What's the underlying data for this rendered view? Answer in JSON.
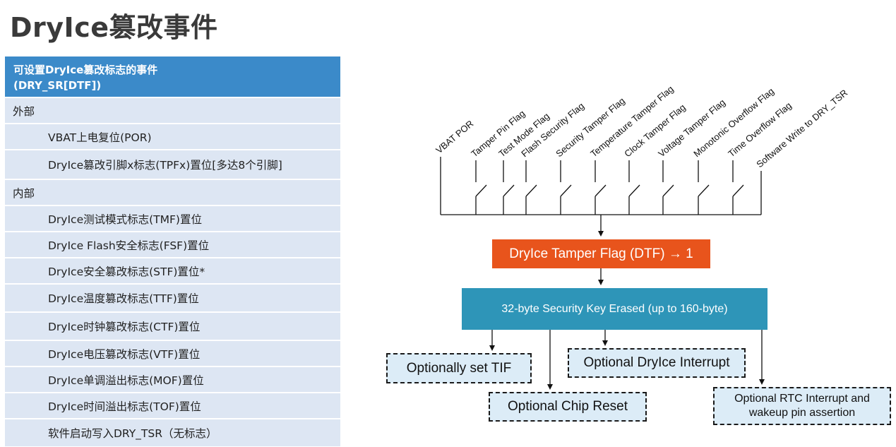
{
  "title": "DryIce篡改事件",
  "table": {
    "header": "可设置DryIce篡改标志的事件\n(DRY_SR[DTF])",
    "header_line1": "可设置DryIce篡改标志的事件",
    "header_line2": "(DRY_SR[DTF])",
    "sections": [
      {
        "label": "外部",
        "items": [
          "VBAT上电复位(POR)",
          "DryIce篡改引脚x标志(TPFx)置位[多达8个引脚]"
        ]
      },
      {
        "label": "内部",
        "items": [
          "DryIce测试模式标志(TMF)置位",
          "DryIce Flash安全标志(FSF)置位",
          "DryIce安全篡改标志(STF)置位*",
          "DryIce温度篡改标志(TTF)置位",
          "DryIce时钟篡改标志(CTF)置位",
          "DryIce电压篡改标志(VTF)置位",
          "DryIce单调溢出标志(MOF)置位",
          "DryIce时间溢出标志(TOF)置位",
          "软件启动写入DRY_TSR（无标志）"
        ]
      }
    ]
  },
  "diagram": {
    "flags": [
      "VBAT POR",
      "Tamper Pin Flag",
      "Test Mode Flag",
      "Flash Security Flag",
      "Security Tamper Flag",
      "Temperature Tamper Flag",
      "Clock Tamper Flag",
      "Voltage Tamper Flag",
      "Monotonic Overflow Flag",
      "Time Overflow Flag",
      "Software Write to DRY_TSR"
    ],
    "dtf_box": "DryIce Tamper Flag (DTF) → 1",
    "key_box": "32-byte Security Key Erased  (up to 160-byte)",
    "outcomes": {
      "tif": "Optionally set TIF",
      "irq": "Optional DryIce Interrupt",
      "reset": "Optional Chip Reset",
      "rtc": "Optional RTC Interrupt and wakeup pin assertion"
    },
    "colors": {
      "dtf_fill": "#e8541c",
      "key_fill": "#2e95b8",
      "outcome_fill": "#dcecf7",
      "table_header": "#3b8ac9",
      "table_row": "#dde6f3"
    }
  }
}
